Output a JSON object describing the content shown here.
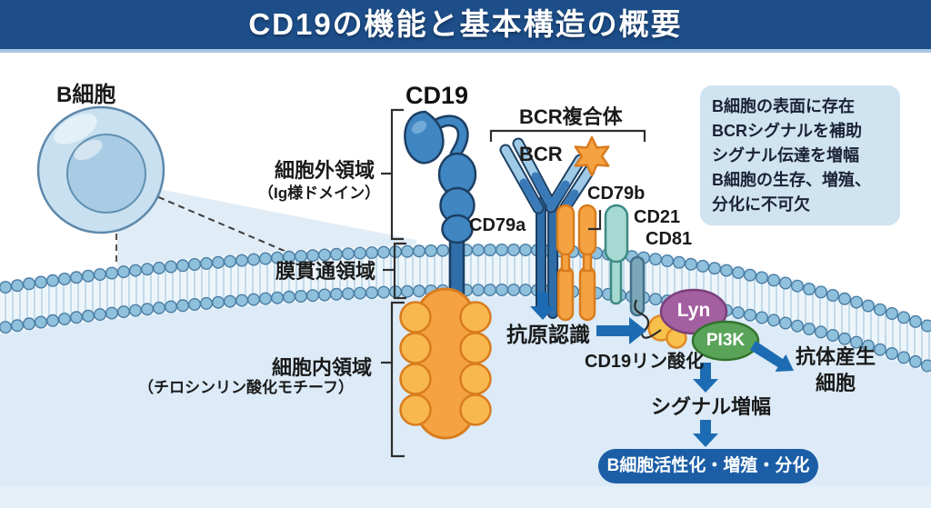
{
  "title": "CD19の機能と基本構造の概要",
  "b_cell": {
    "label": "B細胞"
  },
  "cd19": {
    "label": "CD19"
  },
  "regions": {
    "extracellular": {
      "label": "細胞外領域",
      "sub": "（Ig様ドメイン）"
    },
    "transmembrane": {
      "label": "膜貫通領域"
    },
    "intracellular": {
      "label": "細胞内領域",
      "sub": "（チロシンリン酸化モチーフ）"
    }
  },
  "bcr_complex": {
    "label": "BCR複合体",
    "bcr": "BCR",
    "cd79a": "CD79a",
    "cd79b": "CD79b",
    "cd21": "CD21",
    "cd81": "CD81"
  },
  "info_box": {
    "lines": [
      "B細胞の表面に存在",
      "BCRシグナルを補助",
      "シグナル伝達を増幅",
      "B細胞の生存、増殖、",
      "分化に不可欠"
    ]
  },
  "pathway": {
    "antigen_recognition": "抗原認識",
    "cd19_phosphorylation": "CD19リン酸化",
    "lyn": "Lyn",
    "pi3k": "PI3K",
    "signal_amplification": "シグナル増幅",
    "antibody_cells_line1": "抗体産生",
    "antibody_cells_line2": "細胞",
    "outcome": "B細胞活性化・増殖・分化"
  },
  "colors": {
    "title_bar": "#1d4e89",
    "arrow_blue": "#1d6cb3",
    "protein_blue": "#3f86c2",
    "protein_blue_dark": "#2f6ea8",
    "protein_outline": "#1d3f63",
    "orange": "#f5a342",
    "orange_outline": "#d97c1e",
    "yellow": "#f8c14b",
    "teal": "#a6d9d2",
    "gray_blue": "#7ba7b8",
    "lyn_purple": "#a35fa0",
    "pi3k_green": "#5aa45a",
    "membrane_circle": "#8fc1dd",
    "membrane_outline": "#4a7ca3",
    "membrane_band": "#edf5fb",
    "membrane_tail": "#c2dbea",
    "cell_interior": "#dcebf7",
    "info_box_bg": "#cfe3f0",
    "pill_bg": "#1b5ea6"
  }
}
